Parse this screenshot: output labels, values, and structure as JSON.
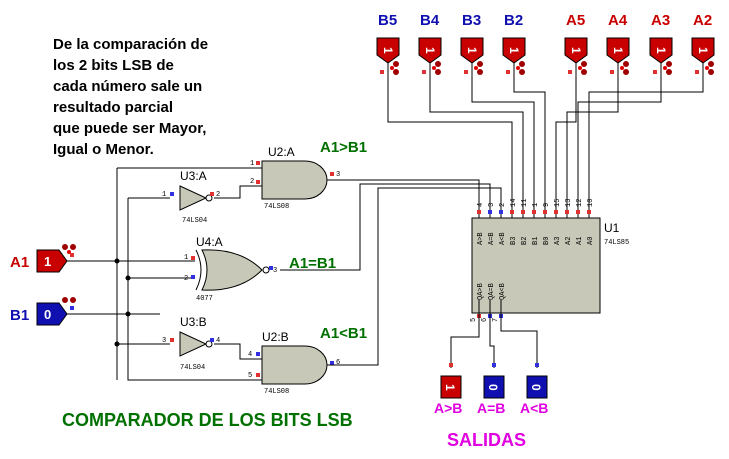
{
  "note": {
    "lines": [
      "De la comparación de",
      "los 2 bits LSB de",
      "cada número sale un",
      "resultado parcial",
      "que puede ser Mayor,",
      "Igual o Menor."
    ]
  },
  "top_inputs": [
    {
      "label": "B5",
      "value": "1"
    },
    {
      "label": "B4",
      "value": "1"
    },
    {
      "label": "B3",
      "value": "1"
    },
    {
      "label": "B2",
      "value": "1"
    },
    {
      "label": "A5",
      "value": "1"
    },
    {
      "label": "A4",
      "value": "1"
    },
    {
      "label": "A3",
      "value": "1"
    },
    {
      "label": "A2",
      "value": "1"
    }
  ],
  "inputs": {
    "a1": {
      "label": "A1",
      "value": "1"
    },
    "b1": {
      "label": "B1",
      "value": "0"
    }
  },
  "gates": {
    "u2a": {
      "ref": "U2:A",
      "part": "74LS08",
      "pins": [
        "1",
        "2",
        "3"
      ]
    },
    "u3a": {
      "ref": "U3:A",
      "part": "74LS04",
      "pins": [
        "1",
        "2"
      ]
    },
    "u4a": {
      "ref": "U4:A",
      "part": "4077",
      "pins": [
        "1",
        "2",
        "3"
      ]
    },
    "u3b": {
      "ref": "U3:B",
      "part": "74LS04",
      "pins": [
        "3",
        "4"
      ]
    },
    "u2b": {
      "ref": "U2:B",
      "part": "74LS08",
      "pins": [
        "4",
        "5",
        "6"
      ]
    }
  },
  "signals": {
    "gt": "A1>B1",
    "eq": "A1=B1",
    "lt": "A1<B1"
  },
  "comparator": {
    "ref": "U1",
    "part": "74LS85",
    "top_pins": [
      {
        "num": "4",
        "name": "A>B"
      },
      {
        "num": "3",
        "name": "A=B"
      },
      {
        "num": "2",
        "name": "A<B"
      },
      {
        "num": "14",
        "name": "B3"
      },
      {
        "num": "11",
        "name": "B2"
      },
      {
        "num": "1",
        "name": "B1"
      },
      {
        "num": "9",
        "name": "B0"
      },
      {
        "num": "15",
        "name": "A3"
      },
      {
        "num": "13",
        "name": "A2"
      },
      {
        "num": "12",
        "name": "A1"
      },
      {
        "num": "10",
        "name": "A0"
      }
    ],
    "bottom_pins": [
      {
        "num": "5",
        "name": "QA>B"
      },
      {
        "num": "6",
        "name": "QA=B"
      },
      {
        "num": "7",
        "name": "QA<B"
      }
    ]
  },
  "outputs": [
    {
      "label": "A>B",
      "value": "1",
      "state": "high"
    },
    {
      "label": "A=B",
      "value": "0",
      "state": "low"
    },
    {
      "label": "A<B",
      "value": "0",
      "state": "low"
    }
  ],
  "title": "COMPARADOR DE LOS BITS LSB",
  "salidas": "SALIDAS",
  "colors": {
    "high": "#c80000",
    "low": "#1010b0",
    "wire": "#000000",
    "signal_label": "#007000",
    "outputs": "#e000e0",
    "ic_fill": "#c8c8b8"
  }
}
